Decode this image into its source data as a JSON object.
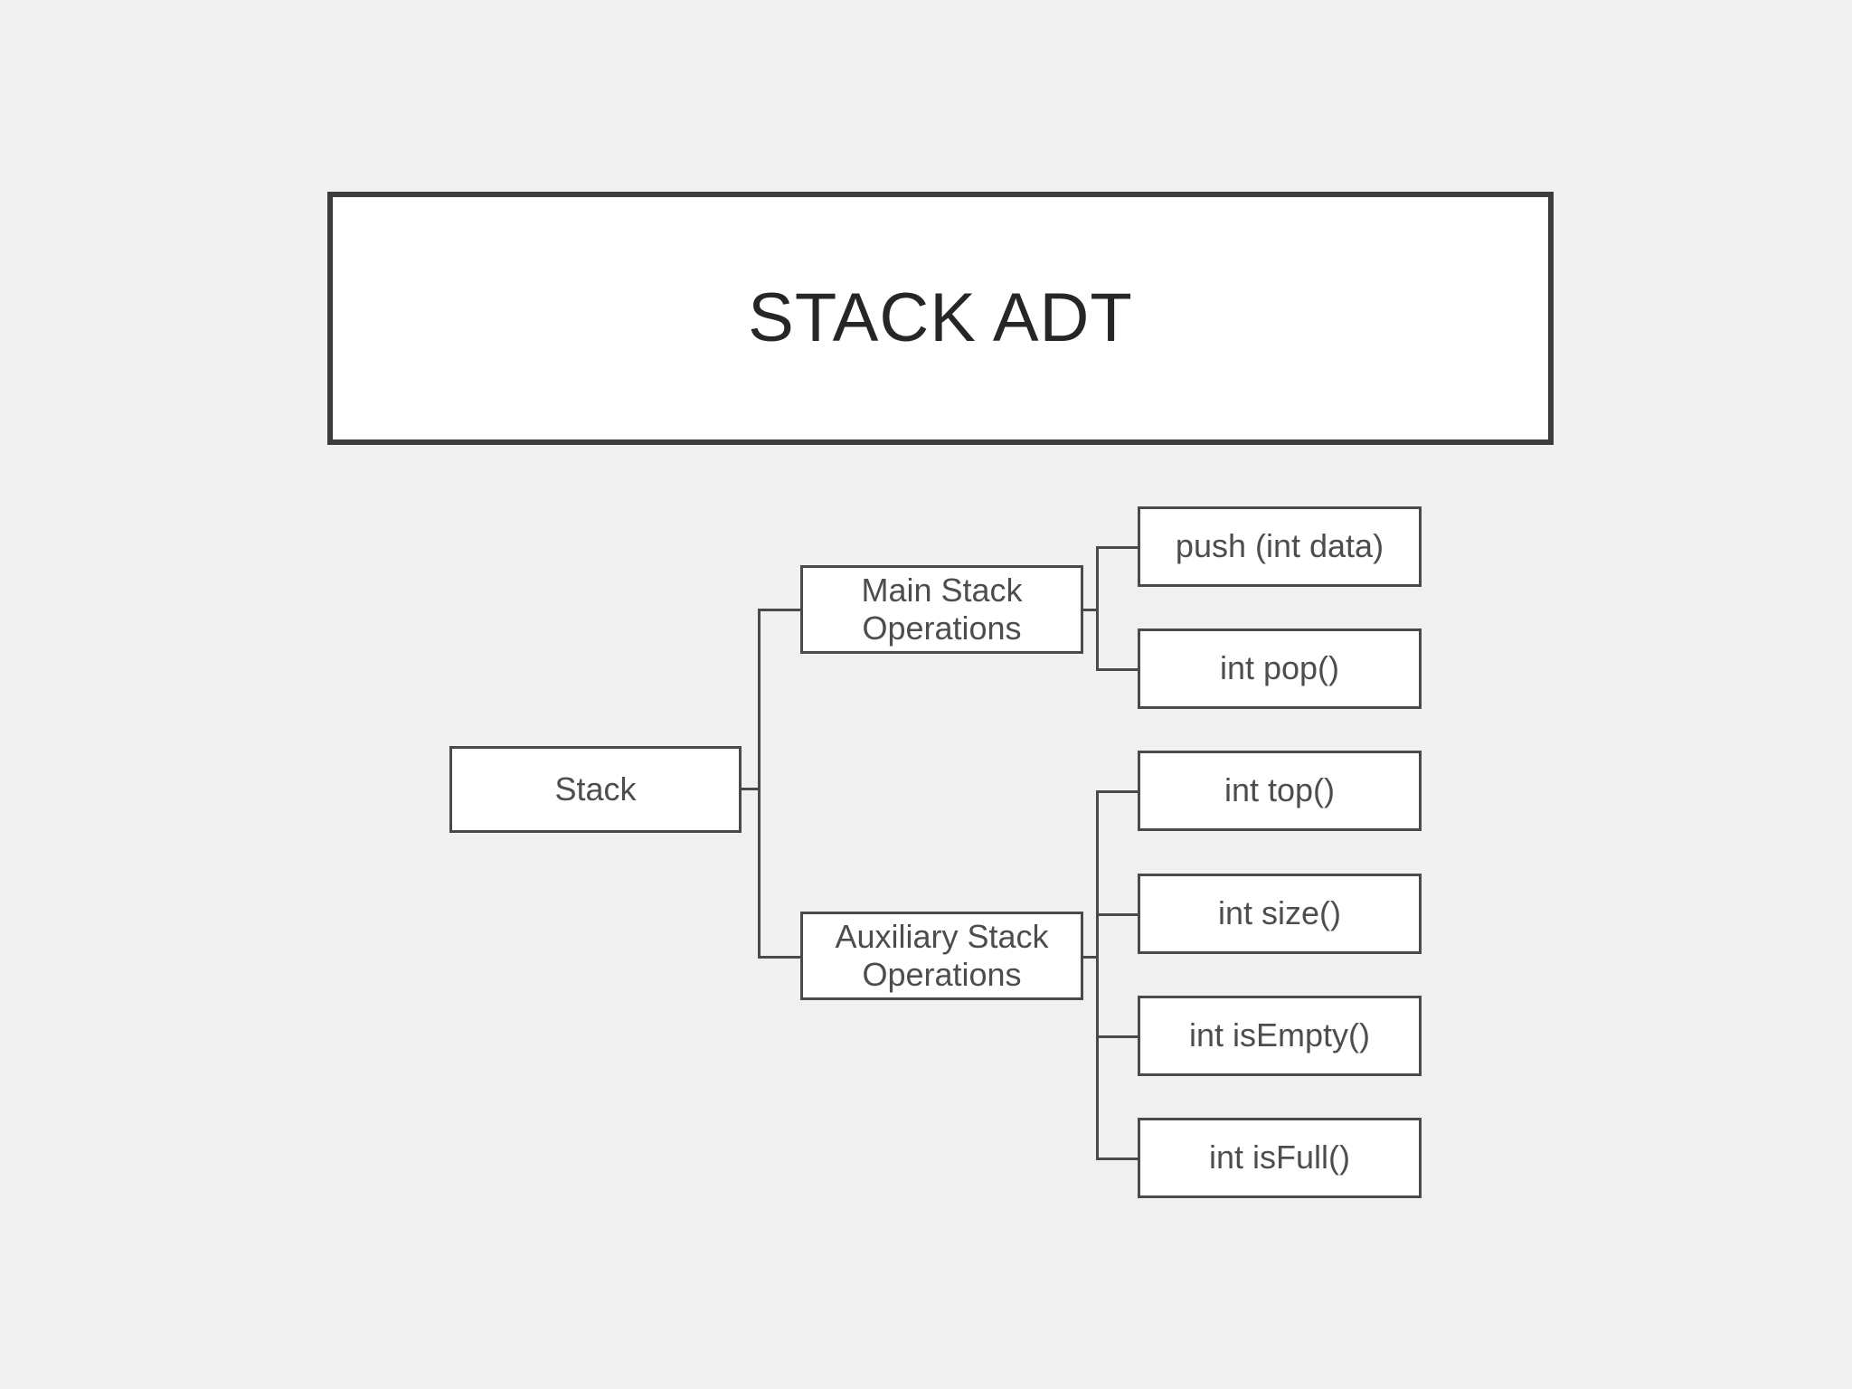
{
  "page": {
    "background_color": "#f0f0f0",
    "node_fill_color": "#ffffff",
    "node_border_color": "#4a4a4a",
    "title_border_color": "#3d3d3d",
    "text_color": "#4d4d4d"
  },
  "title": {
    "text": "STACK ADT"
  },
  "diagram": {
    "type": "tree",
    "root": {
      "label": "Stack"
    },
    "branches": [
      {
        "label": "Main Stack\nOperations",
        "children": [
          {
            "label": "push (int data)"
          },
          {
            "label": "int pop()"
          }
        ]
      },
      {
        "label": "Auxiliary Stack\nOperations",
        "children": [
          {
            "label": "int top()"
          },
          {
            "label": "int size()"
          },
          {
            "label": "int isEmpty()"
          },
          {
            "label": "int isFull()"
          }
        ]
      }
    ]
  }
}
